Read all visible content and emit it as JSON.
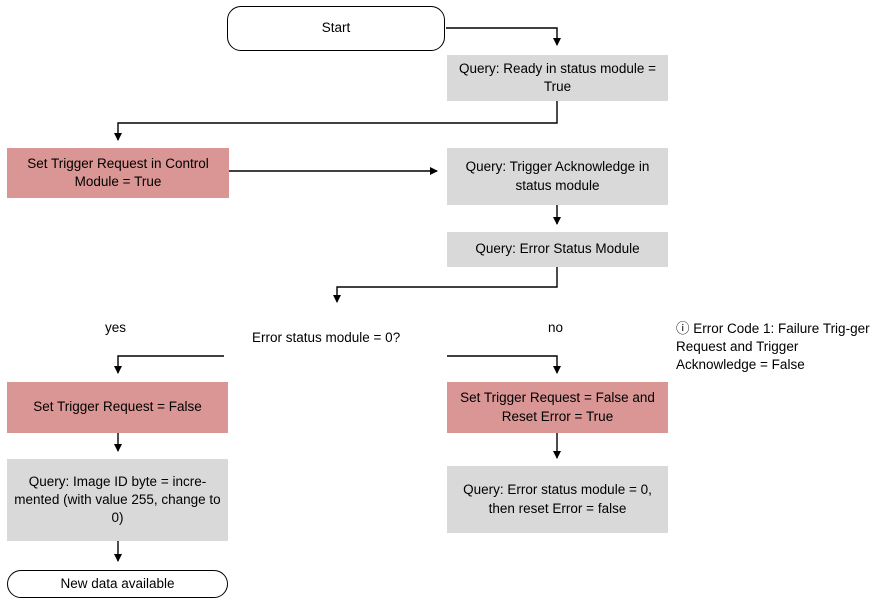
{
  "nodes": {
    "start": "Start",
    "query_ready": "Query: Ready in status module = True",
    "set_trigger_request": "Set Trigger Request in Control Module = True",
    "query_trigger_ack": "Query: Trigger Acknowledge in status module",
    "query_error_status": "Query: Error Status Module",
    "decision": "Error status module = 0?",
    "set_trigger_false": "Set Trigger Request = False",
    "set_trigger_false_reset": "Set Trigger Request = False and Reset Error = True",
    "query_image_id": "Query: Image ID byte = incre-mented (with value 255, change to 0)",
    "query_error_zero": "Query: Error status module = 0, then reset Error = false",
    "new_data": "New data available"
  },
  "branch_labels": {
    "yes": "yes",
    "no": "no"
  },
  "note": {
    "icon": "info-circle-icon",
    "glyph": "ⓘ",
    "text": "Error Code 1: Failure Trig-ger Request and Trigger Acknowledge = False"
  },
  "colors": {
    "query_fill": "#d9d9d9",
    "action_fill": "#d99694",
    "line": "#000000"
  }
}
